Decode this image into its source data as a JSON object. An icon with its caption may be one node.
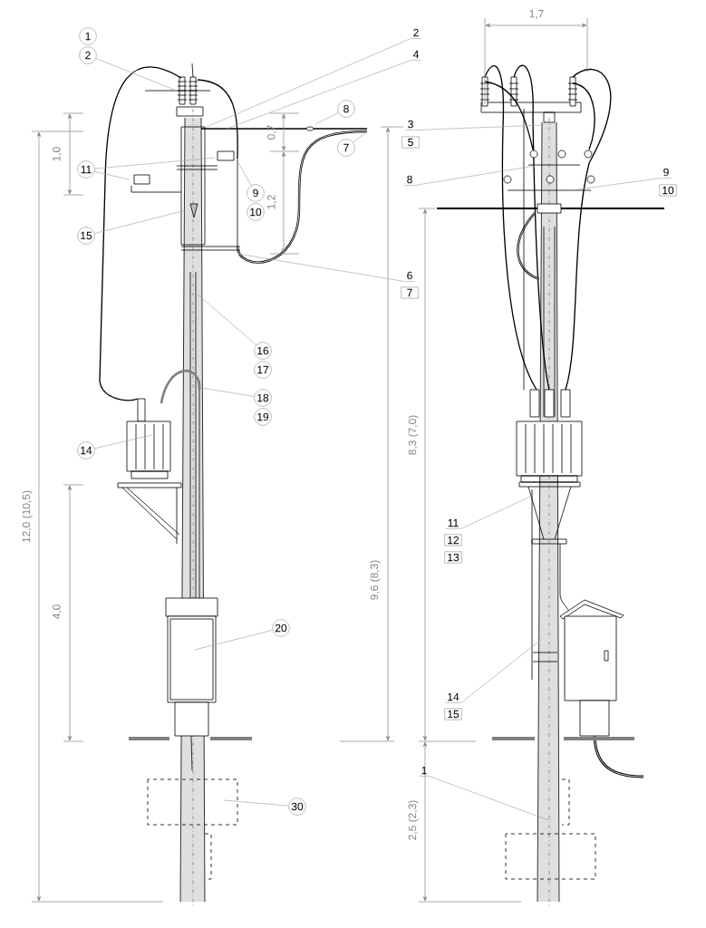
{
  "diagram": {
    "nodes": [
      {
        "text": [
          "1"
        ]
      },
      {
        "text": [
          "2"
        ]
      },
      {
        "text": [
          "2"
        ]
      },
      {
        "text": [
          "4"
        ]
      },
      {
        "text": [
          "8"
        ]
      },
      {
        "text": [
          "3"
        ]
      },
      {
        "text": [
          "5"
        ]
      },
      {
        "text": [
          "7"
        ]
      },
      {
        "text": [
          "11"
        ]
      },
      {
        "text": [
          "8"
        ]
      },
      {
        "text": [
          "9"
        ]
      },
      {
        "text": [
          "10"
        ]
      },
      {
        "text": [
          "9"
        ]
      },
      {
        "text": [
          "10"
        ]
      },
      {
        "text": [
          "15"
        ]
      },
      {
        "text": [
          "6"
        ]
      },
      {
        "text": [
          "7"
        ]
      },
      {
        "text": [
          "16"
        ]
      },
      {
        "text": [
          "17"
        ]
      },
      {
        "text": [
          "18"
        ]
      },
      {
        "text": [
          "19"
        ]
      },
      {
        "text": [
          "14"
        ]
      },
      {
        "text": [
          "11"
        ]
      },
      {
        "text": [
          "12"
        ]
      },
      {
        "text": [
          "13"
        ]
      },
      {
        "text": [
          "20"
        ]
      },
      {
        "text": [
          "14"
        ]
      },
      {
        "text": [
          "15"
        ]
      },
      {
        "text": [
          "1"
        ]
      },
      {
        "text": [
          "30"
        ]
      }
    ],
    "edges": [
      {
        "from": 1,
        "to": null,
        "arrow": "none"
      },
      {
        "from": 2,
        "to": null,
        "arrow": "none"
      },
      {
        "from": 3,
        "to": null,
        "arrow": "none"
      },
      {
        "from": 4,
        "to": null,
        "arrow": "none"
      },
      {
        "from": 5,
        "to": null,
        "arrow": "none"
      },
      {
        "from": 7,
        "to": null,
        "arrow": "none"
      },
      {
        "from": 8,
        "to": null,
        "arrow": "none"
      },
      {
        "from": 8,
        "to": null,
        "arrow": "none"
      },
      {
        "from": 9,
        "to": null,
        "arrow": "none"
      },
      {
        "from": 10,
        "to": null,
        "arrow": "none"
      },
      {
        "from": 12,
        "to": null,
        "arrow": "none"
      },
      {
        "from": 14,
        "to": null,
        "arrow": "none"
      },
      {
        "from": 15,
        "to": null,
        "arrow": "none"
      },
      {
        "from": 17,
        "to": null,
        "arrow": "none"
      },
      {
        "from": 19,
        "to": null,
        "arrow": "none"
      },
      {
        "from": 21,
        "to": null,
        "arrow": "none"
      },
      {
        "from": 22,
        "to": null,
        "arrow": "none"
      },
      {
        "from": 25,
        "to": null,
        "arrow": "none"
      },
      {
        "from": 26,
        "to": null,
        "arrow": "none"
      },
      {
        "from": 28,
        "to": null,
        "arrow": "none"
      },
      {
        "from": 29,
        "to": null,
        "arrow": "none"
      }
    ],
    "labels": [
      "1,7",
      "1,0",
      "0,7",
      "1,2",
      "12,0 (10,5)",
      "9,6 (8,3)",
      "8,3 (7,0)",
      "4,0",
      "2,5 (2,3)"
    ]
  }
}
